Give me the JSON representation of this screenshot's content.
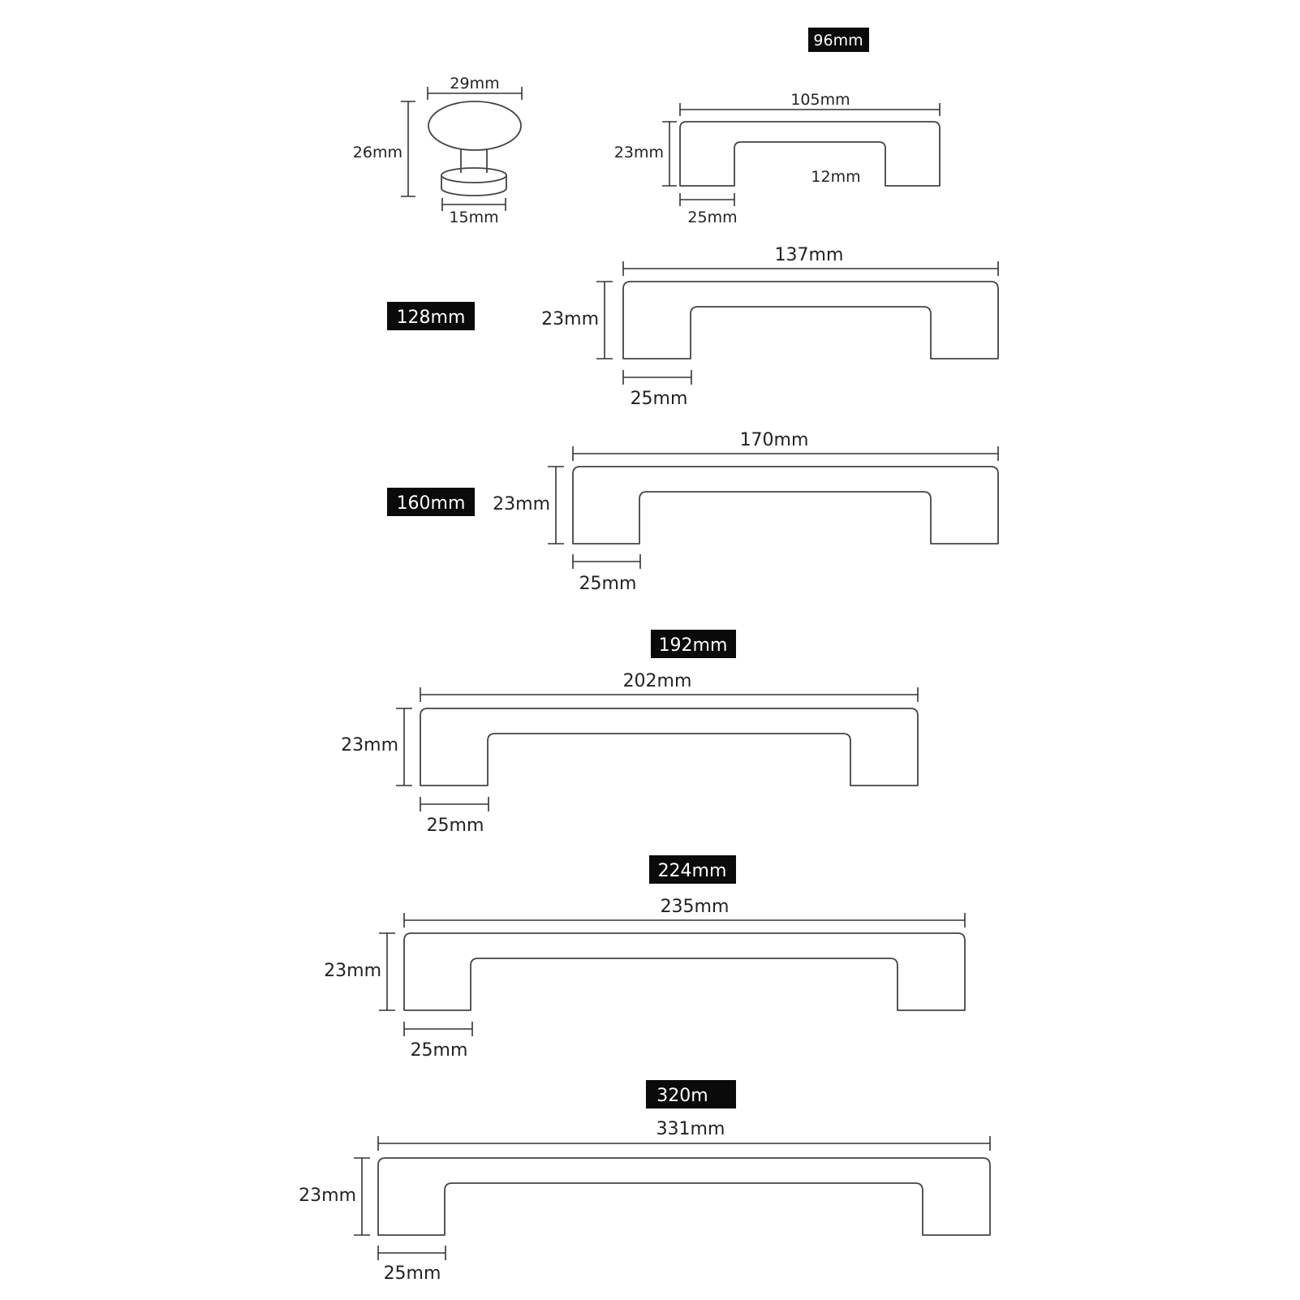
{
  "knob": {
    "width_label": "29mm",
    "height_label": "26mm",
    "base_label": "15mm"
  },
  "handles": [
    {
      "tag": "96mm",
      "length": "105mm",
      "height": "23mm",
      "leg": "25mm",
      "inner": "12mm"
    },
    {
      "tag": "128mm",
      "length": "137mm",
      "height": "23mm",
      "leg": "25mm"
    },
    {
      "tag": "160mm",
      "length": "170mm",
      "height": "23mm",
      "leg": "25mm"
    },
    {
      "tag": "192mm",
      "length": "202mm",
      "height": "23mm",
      "leg": "25mm"
    },
    {
      "tag": "224mm",
      "length": "235mm",
      "height": "23mm",
      "leg": "25mm"
    },
    {
      "tag": "320m",
      "length": "331mm",
      "height": "23mm",
      "leg": "25mm"
    }
  ]
}
